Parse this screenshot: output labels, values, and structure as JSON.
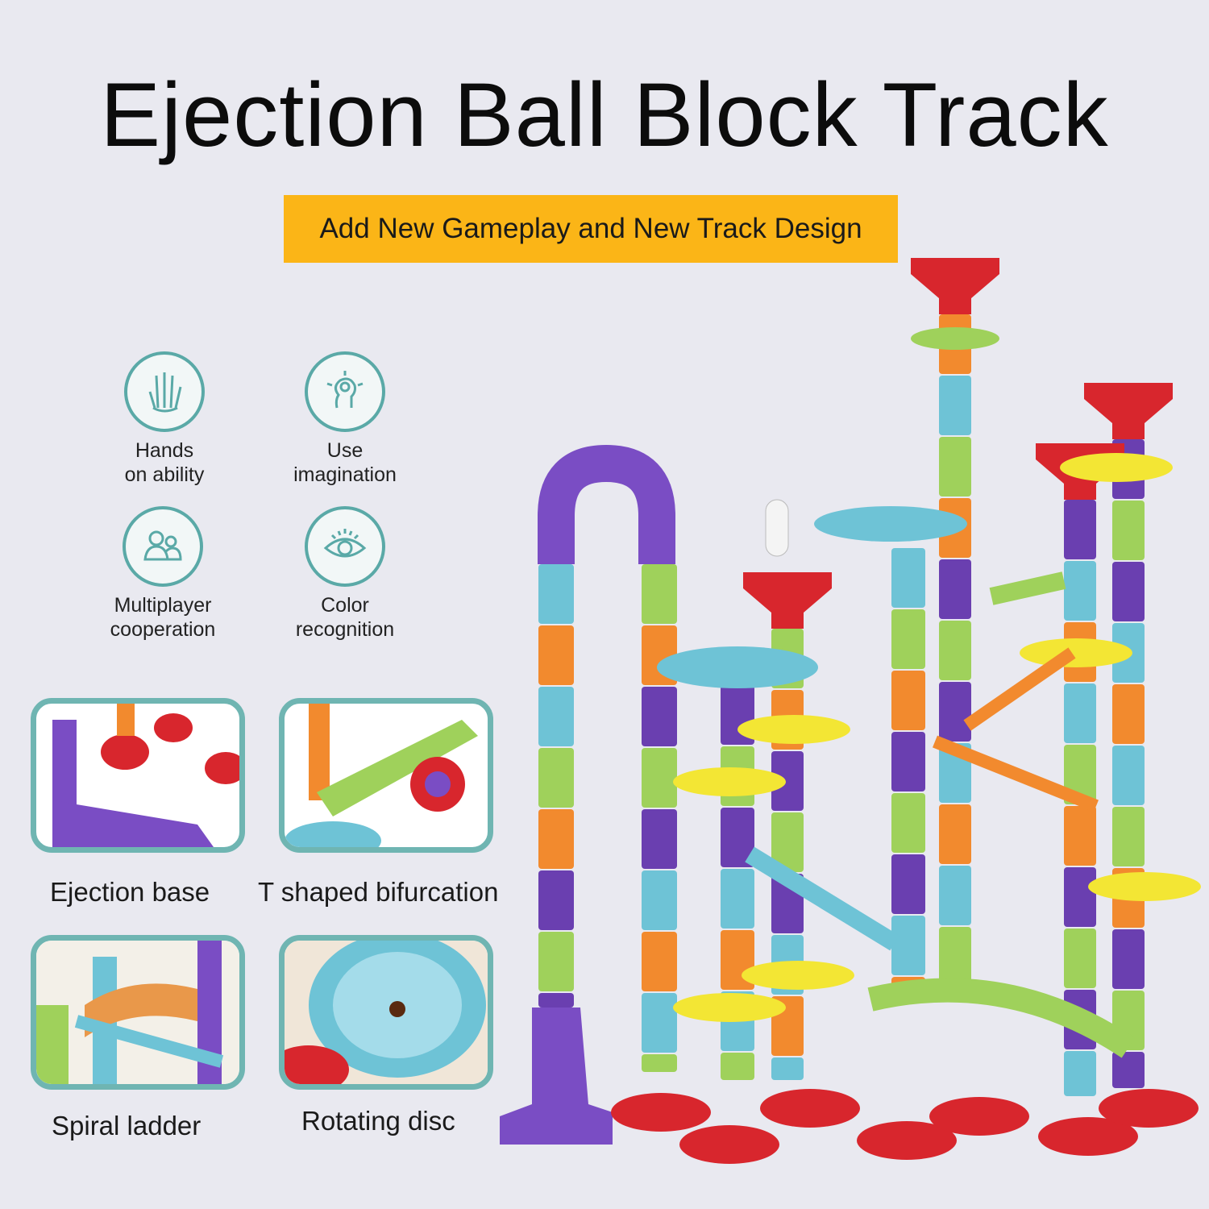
{
  "title": "Ejection Ball Block Track",
  "banner": "Add New Gameplay and New Track Design",
  "features": [
    {
      "icon": "hand-icon",
      "label1": "Hands",
      "label2": "on ability"
    },
    {
      "icon": "imagination-icon",
      "label1": "Use",
      "label2": "imagination"
    },
    {
      "icon": "people-icon",
      "label1": "Multiplayer",
      "label2": "cooperation"
    },
    {
      "icon": "eye-icon",
      "label1": "Color",
      "label2": "recognition"
    }
  ],
  "parts": [
    {
      "label": "Ejection base"
    },
    {
      "label": "T shaped bifurcation"
    },
    {
      "label": "Spiral ladder"
    },
    {
      "label": "Rotating disc"
    }
  ],
  "colors": {
    "accent": "#fbb517",
    "teal": "#5aa9a7",
    "purple": "#6a3fb0",
    "orange": "#f28a2e",
    "blue": "#6ec3d6",
    "green": "#9fd15b",
    "red": "#d8262d",
    "yellow": "#f3e634"
  }
}
